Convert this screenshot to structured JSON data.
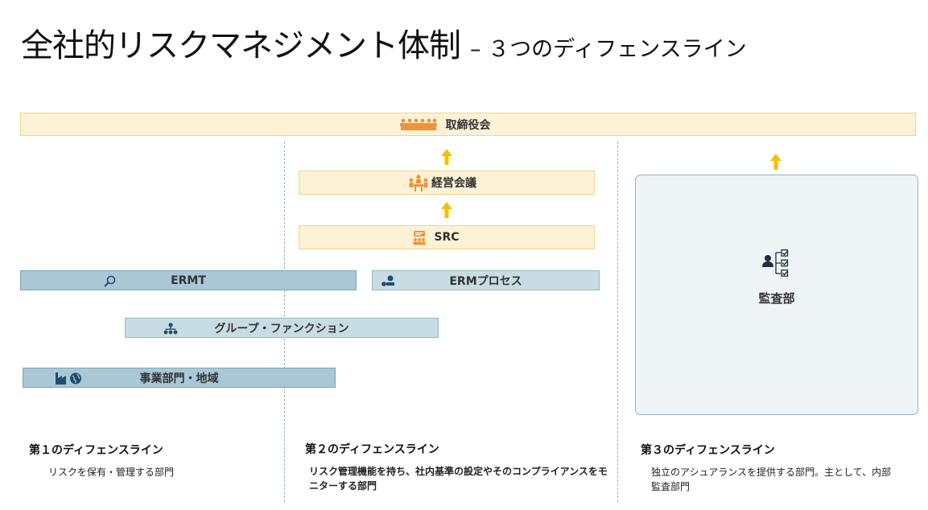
{
  "title": {
    "main": "全社的リスクマネジメント体制",
    "sub": "– ３つのディフェンスライン"
  },
  "boxes": {
    "board": "取締役会",
    "mgmt": "経営会議",
    "src": "SRC",
    "ermt": "ERMT",
    "erm_process": "ERMプロセス",
    "group_function": "グループ・ファンクション",
    "business": "事業部門・地域",
    "audit": "監査部"
  },
  "lines": [
    {
      "heading": "第１のディフェンスライン",
      "desc": "リスクを保有・管理する部門"
    },
    {
      "heading": "第２のディフェンスライン",
      "desc": "リスク管理機能を持ち、社内基準の設定やそのコンプライアンスをモニターする部門"
    },
    {
      "heading": "第３のディフェンスライン",
      "desc": "独立のアシュアランスを提供する部門。主として、内部監査部門"
    }
  ],
  "colors": {
    "gold_fill": "#fdf2d6",
    "gold_border": "#f3d37e",
    "arrow": "#f5c000",
    "icon_orange": "#f0923a",
    "dark_blue": "#1f4e6e"
  }
}
